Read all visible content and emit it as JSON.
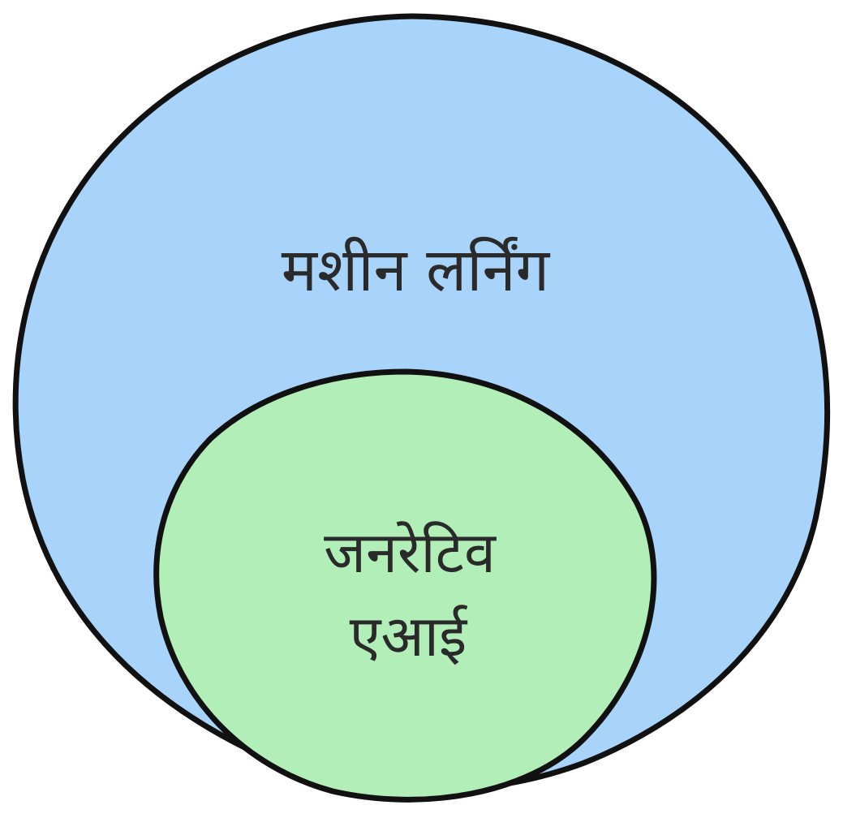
{
  "diagram": {
    "outer_set": {
      "label": "मशीन लर्निंग",
      "fill_color": "#a8d4fb"
    },
    "inner_set": {
      "label_line1": "जनरेटिव",
      "label_line2": "एआई",
      "fill_color": "#b2efb8"
    },
    "outline_color": "#111111"
  }
}
